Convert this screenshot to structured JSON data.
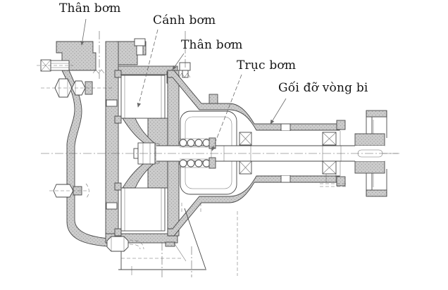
{
  "figure": {
    "kind": "pump-cross-section-diagram",
    "colors": {
      "line": "#474747",
      "section_fill": "#cccccc",
      "section_dot": "#9c9c9c",
      "paper": "#ffffff",
      "label_text": "#161616",
      "leader": "#6a6a6a"
    },
    "labels": [
      {
        "id": "than-bom-1",
        "text": "Thân bơm"
      },
      {
        "id": "canh-bom",
        "text": "Cánh bơm"
      },
      {
        "id": "than-bom-2",
        "text": "Thân bơm"
      },
      {
        "id": "truc-bom",
        "text": "Trục bơm"
      },
      {
        "id": "goi-do-vong-bi",
        "text": "Gối đỡ vòng bi"
      }
    ]
  }
}
